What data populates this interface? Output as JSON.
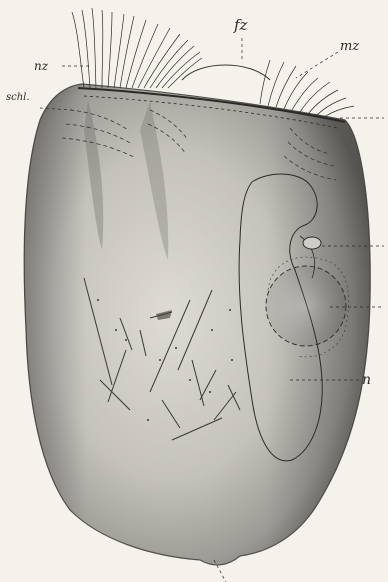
{
  "labels": {
    "fz": "fz",
    "mz": "mz",
    "nz": "nz",
    "schl": "schl.",
    "n": "n"
  },
  "colors": {
    "background": "#f4f2ea",
    "body_light": "#d6d4cd",
    "body_mid": "#a9a7a1",
    "body_dark": "#6b6964",
    "ink": "#2c2a26"
  }
}
